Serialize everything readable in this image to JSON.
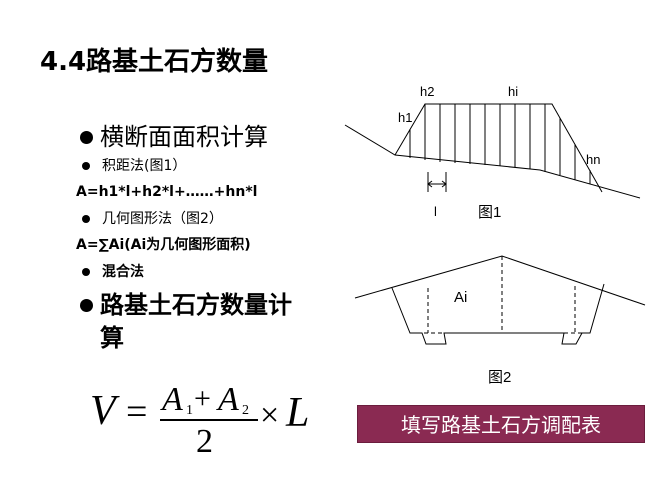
{
  "title": "4.4路基土石方数量",
  "bullets": {
    "b1": "横断面面积计算",
    "b1_1": "积距法(图1）",
    "b1_1_formula": "A=h1*l+h2*l+……+hn*l",
    "b1_2": "几何图形法（图2）",
    "b1_2_formula": "A=∑Ai(Ai为几何图形面积)",
    "b1_3": "混合法",
    "b2_line1": "路基土石方数量计",
    "b2_line2": "算"
  },
  "figure1": {
    "label_h1": "h1",
    "label_h2": "h2",
    "label_hi": "hi",
    "label_hn": "hn",
    "label_l": "l",
    "caption": "图1"
  },
  "figure2": {
    "label_ai": "Ai",
    "caption": "图2"
  },
  "formula": {
    "lhs": "V",
    "eq": "=",
    "a1": "A",
    "plus": "+",
    "a2": "A",
    "sub1": "1",
    "sub2": "2",
    "denominator": "2",
    "times": "×",
    "L": "L"
  },
  "action_button": {
    "label": "填写路基土石方调配表",
    "color": "#8a2a52"
  }
}
